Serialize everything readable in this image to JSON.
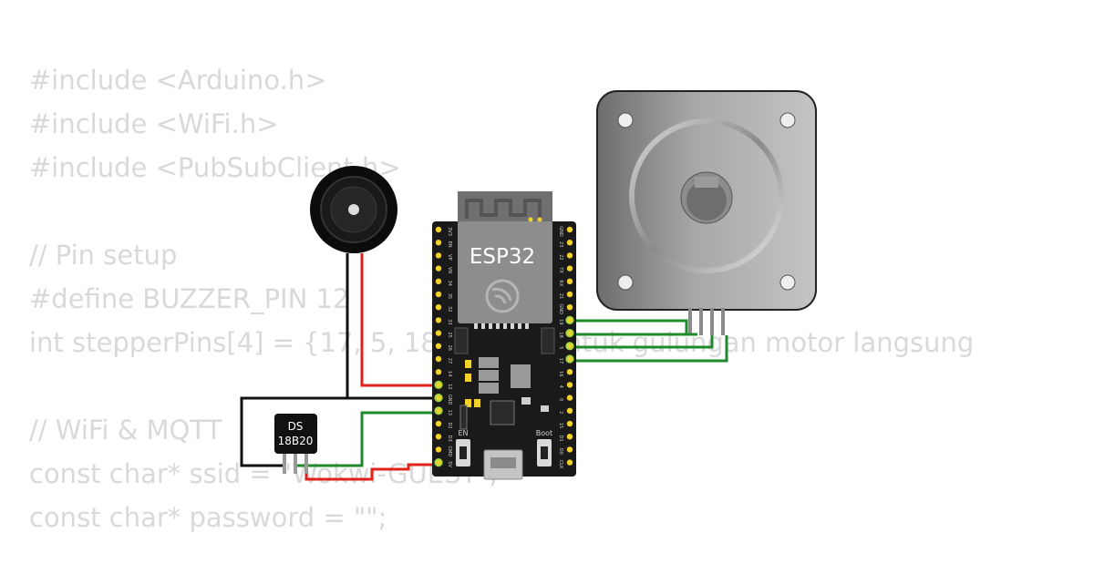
{
  "code": {
    "lines": [
      "#include <Arduino.h>",
      "#include <WiFi.h>",
      "#include <PubSubClient.h>",
      "",
      "// Pin setup",
      "#define BUZZER_PIN 12",
      "int stepperPins[4] = {17, 5, 18, 19}; // untuk gulungan motor langsung",
      "",
      "// WiFi & MQTT",
      "const char* ssid = \"Wokwi-GUEST\";",
      "const char* password = \"\";"
    ]
  },
  "board": {
    "name": "ESP32",
    "button_en": "EN",
    "button_boot": "Boot",
    "left_pins": [
      "3V3",
      "EN",
      "VP",
      "VN",
      "34",
      "35",
      "32",
      "33",
      "25",
      "26",
      "27",
      "14",
      "12",
      "GND",
      "13",
      "D2",
      "D3",
      "CMD",
      "5V"
    ],
    "right_pins": [
      "GND",
      "23",
      "22",
      "TX",
      "RX",
      "21",
      "GND",
      "19",
      "18",
      "5",
      "17",
      "16",
      "4",
      "0",
      "2",
      "15",
      "D1",
      "D0",
      "CLK"
    ]
  },
  "sensor": {
    "line1": "DS",
    "line2": "18B20"
  },
  "colors": {
    "code_text": "#d9d9d9",
    "board": "#1a1a1a",
    "pin_header": "#f2d12a",
    "wire_red": "#e0221b",
    "wire_black": "#111111",
    "wire_green": "#1f8a2a",
    "connected_pin": "#a4d641",
    "motor_body": "#9f9f9f"
  },
  "icons": {
    "buzzer": "buzzer-icon",
    "antenna": "pcb-antenna-icon",
    "espressif": "espressif-logo-icon",
    "stepper": "stepper-motor-icon",
    "usb": "usb-port-icon"
  }
}
